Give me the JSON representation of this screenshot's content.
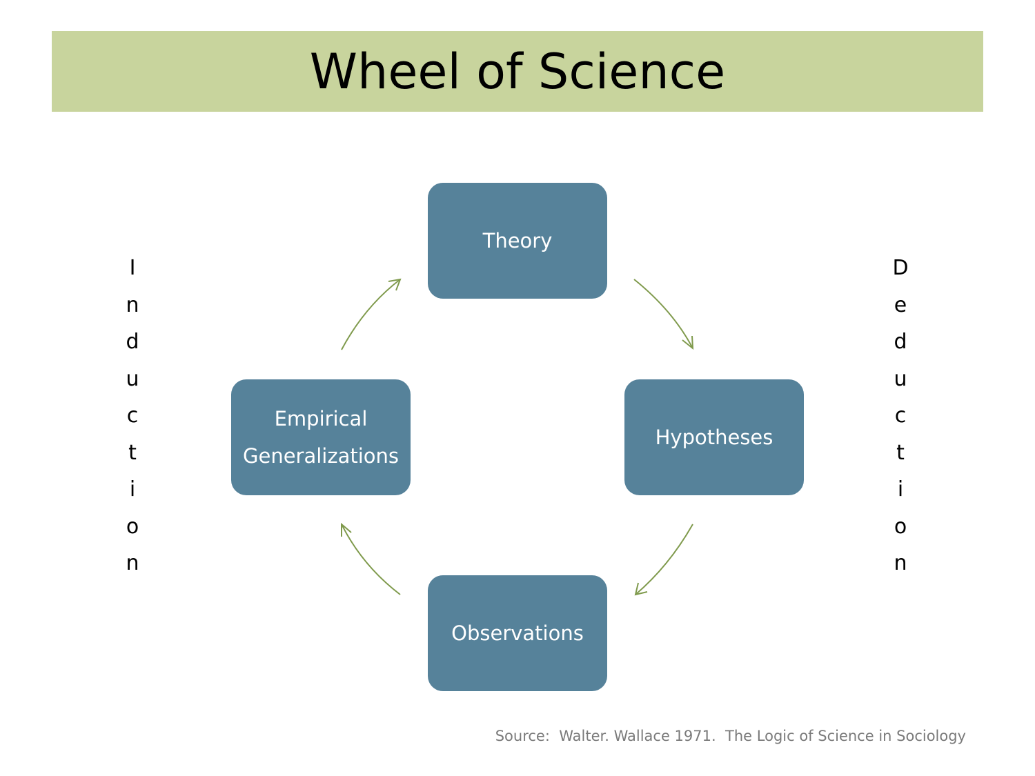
{
  "title": "Wheel of Science",
  "nodes": {
    "theory": [
      "Theory"
    ],
    "hypotheses": [
      "Hypotheses"
    ],
    "observations": [
      "Observations"
    ],
    "empirical": [
      "Empirical",
      "Generalizations"
    ]
  },
  "side_labels": {
    "left": "Induction",
    "right": "Deduction"
  },
  "source": "Source:  Walter. Wallace 1971.  The Logic of Science in Sociology",
  "colors": {
    "title_bar": "#c8d49d",
    "node_fill": "#56829a",
    "node_text": "#ffffff",
    "arrow": "#7f9a4c",
    "source_text": "#7a7a7a"
  }
}
